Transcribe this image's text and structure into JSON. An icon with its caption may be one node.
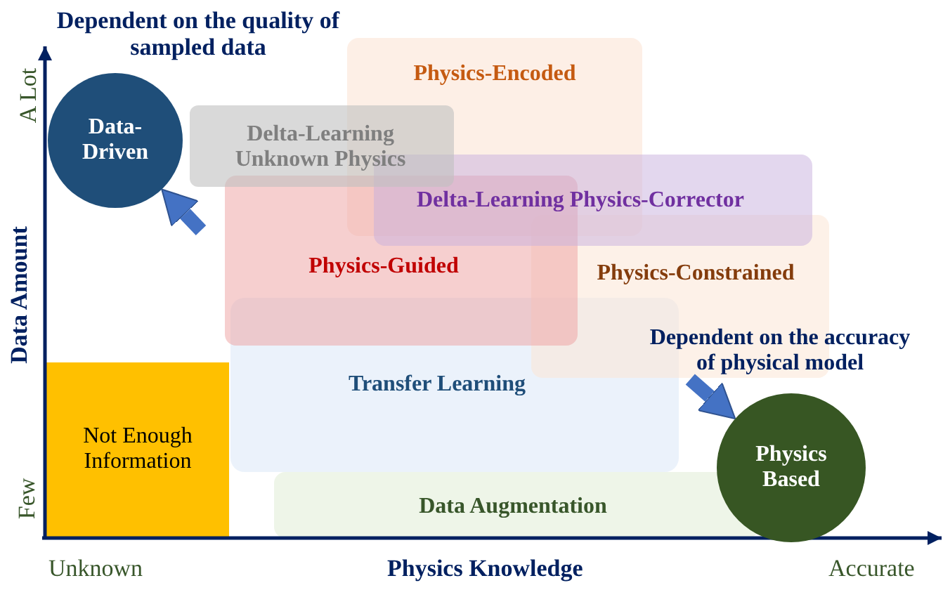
{
  "diagram": {
    "nodes": [
      {
        "text": [
          "Dependent on the quality of sampled data"
        ]
      },
      {
        "text": [
          "Data-Driven"
        ]
      },
      {
        "text": [
          "Physics-Encoded"
        ]
      },
      {
        "text": [
          "Delta-Learning Unknown Physics"
        ]
      },
      {
        "text": [
          "Delta-Learning Physics-Corrector"
        ]
      },
      {
        "text": [
          "Physics-Guided"
        ]
      },
      {
        "text": [
          "Physics-Constrained"
        ]
      },
      {
        "text": [
          "Dependent on the accuracy of physical model"
        ]
      },
      {
        "text": [
          "Transfer Learning"
        ]
      },
      {
        "text": [
          "Not Enough Information"
        ]
      },
      {
        "text": [
          "Physics Based"
        ]
      },
      {
        "text": [
          "Data Augmentation"
        ]
      }
    ],
    "edges": [
      {
        "from": null,
        "to": 1,
        "arrow": "to"
      },
      {
        "from": 7,
        "to": 10,
        "arrow": "to"
      }
    ],
    "labels": [
      "A Lot",
      "Data Amount",
      "Few",
      "Unknown",
      "Physics Knowledge",
      "Accurate"
    ]
  }
}
